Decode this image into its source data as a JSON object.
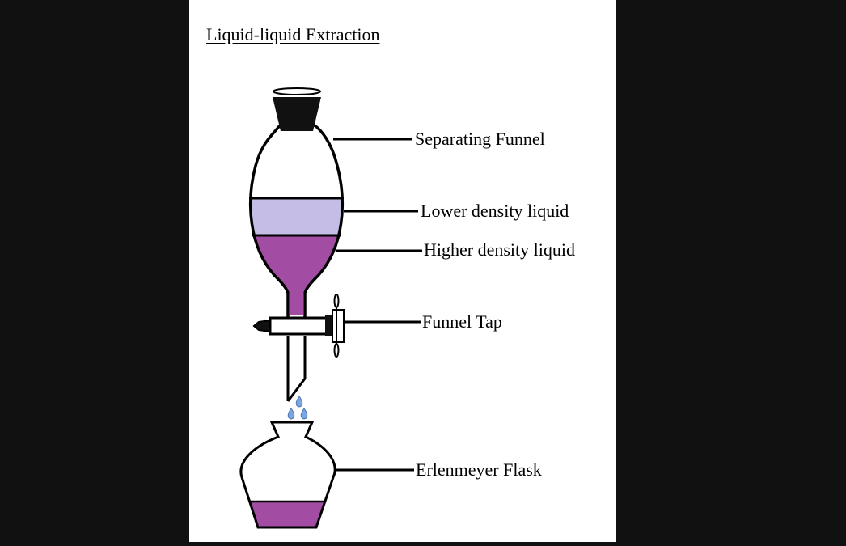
{
  "diagram": {
    "title": "Liquid-liquid Extraction",
    "labels": {
      "separating_funnel": "Separating Funnel",
      "lower_density": "Lower density liquid",
      "higher_density": "Higher density liquid",
      "funnel_tap": "Funnel Tap",
      "flask": "Erlenmeyer Flask"
    },
    "colors": {
      "background": "#111111",
      "panel": "#ffffff",
      "lower_liquid": "#c5bde6",
      "higher_liquid": "#a34ca3",
      "droplet": "#7aa7e0",
      "stopper": "#111111",
      "outline": "#000000"
    }
  }
}
